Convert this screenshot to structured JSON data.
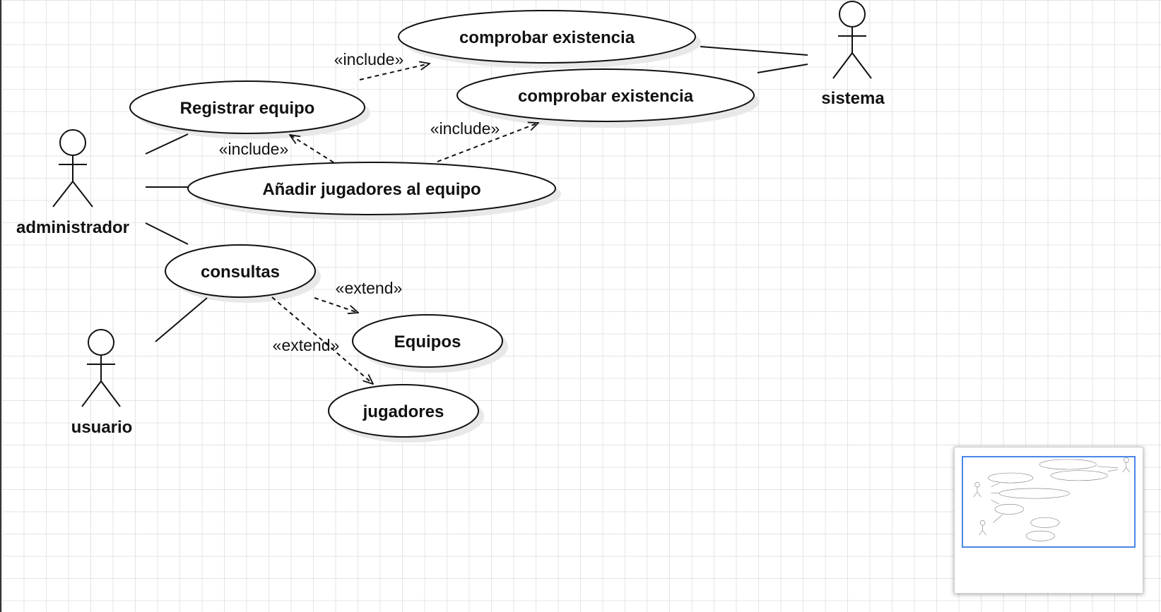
{
  "diagram": {
    "actors": [
      {
        "id": "administrador",
        "label": "administrador"
      },
      {
        "id": "usuario",
        "label": "usuario"
      },
      {
        "id": "sistema",
        "label": "sistema"
      }
    ],
    "use_cases": [
      {
        "id": "comprobar1",
        "label": "comprobar existencia"
      },
      {
        "id": "comprobar2",
        "label": "comprobar existencia"
      },
      {
        "id": "registrar",
        "label": "Registrar equipo"
      },
      {
        "id": "anadir",
        "label": "Añadir jugadores al equipo"
      },
      {
        "id": "consultas",
        "label": "consultas"
      },
      {
        "id": "equipos",
        "label": "Equipos"
      },
      {
        "id": "jugadores",
        "label": "jugadores"
      }
    ],
    "relations": [
      {
        "id": "inc1",
        "label": "«include»"
      },
      {
        "id": "inc2",
        "label": "«include»"
      },
      {
        "id": "inc3",
        "label": "«include»"
      },
      {
        "id": "ext1",
        "label": "«extend»"
      },
      {
        "id": "ext2",
        "label": "«extend»"
      }
    ],
    "colors": {
      "stroke": "#111111",
      "grid": "#e4e4e4",
      "shadow": "#e6e6e6",
      "minimap_view": "#4a86e8"
    }
  }
}
